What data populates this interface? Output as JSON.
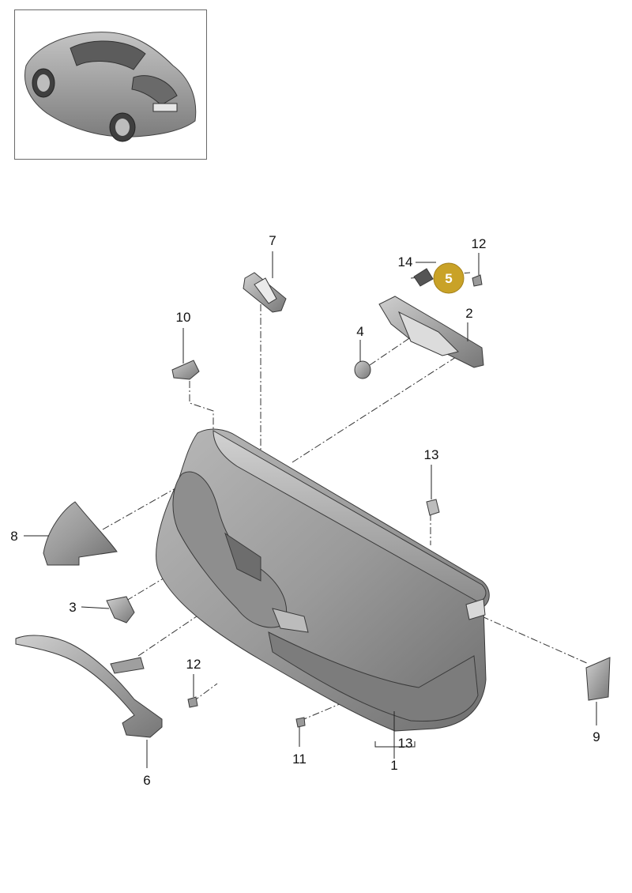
{
  "thumbnail": {
    "icon": "car-overview-icon"
  },
  "callouts": {
    "p1": "1",
    "p2": "2",
    "p3": "3",
    "p4": "4",
    "p5": "5",
    "p6": "6",
    "p7": "7",
    "p8": "8",
    "p9": "9",
    "p10": "10",
    "p11": "11",
    "p12a": "12",
    "p12b": "12",
    "p13a": "13",
    "p13b": "13",
    "p14": "14"
  },
  "colors": {
    "part_dark": "#8a8a8a",
    "part_mid": "#a8a8a8",
    "part_light": "#c9c9c9",
    "highlight_badge": "#c9a227"
  }
}
